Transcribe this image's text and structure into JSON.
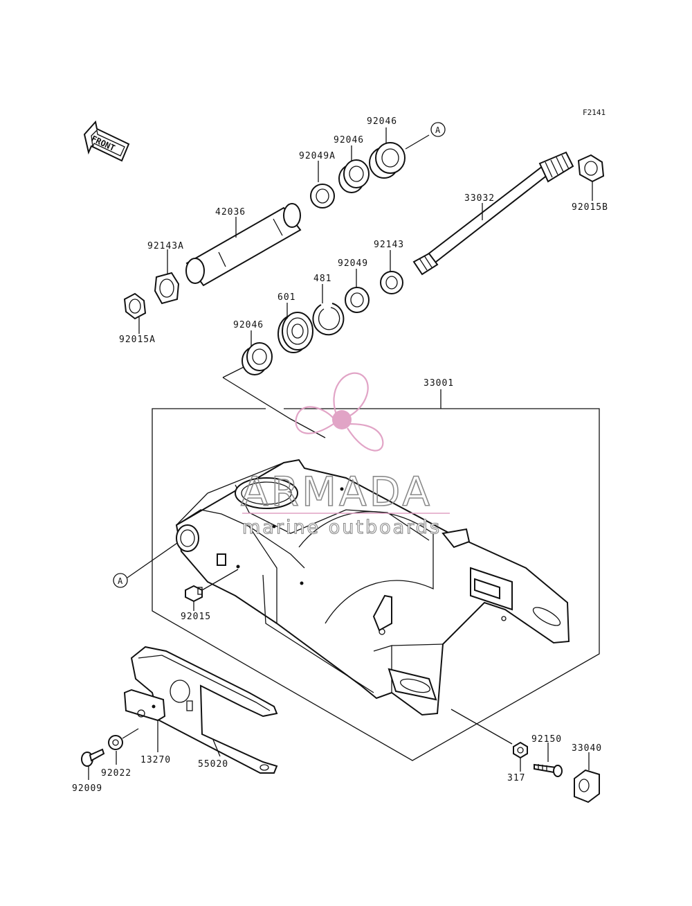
{
  "diagram_code": "F2141",
  "front_label": "FRONT",
  "ref_marker": "A",
  "watermark": {
    "brand": "ARMADA",
    "tagline": "marine outboards",
    "logo_color": "#e0a0c4",
    "text_color": "#8a8a8a"
  },
  "parts": {
    "p92046_top": "92046",
    "p92046_mid": "92046",
    "p92049A": "92049A",
    "p42036": "42036",
    "p92143A": "92143A",
    "p92015A": "92015A",
    "p33032": "33032",
    "p92015B": "92015B",
    "p92143": "92143",
    "p92049": "92049",
    "p481": "481",
    "p601": "601",
    "p92046_low": "92046",
    "p33001": "33001",
    "p92015": "92015",
    "p13270": "13270",
    "p55020": "55020",
    "p92022": "92022",
    "p92009": "92009",
    "p92150": "92150",
    "p33040": "33040",
    "p317": "317"
  }
}
